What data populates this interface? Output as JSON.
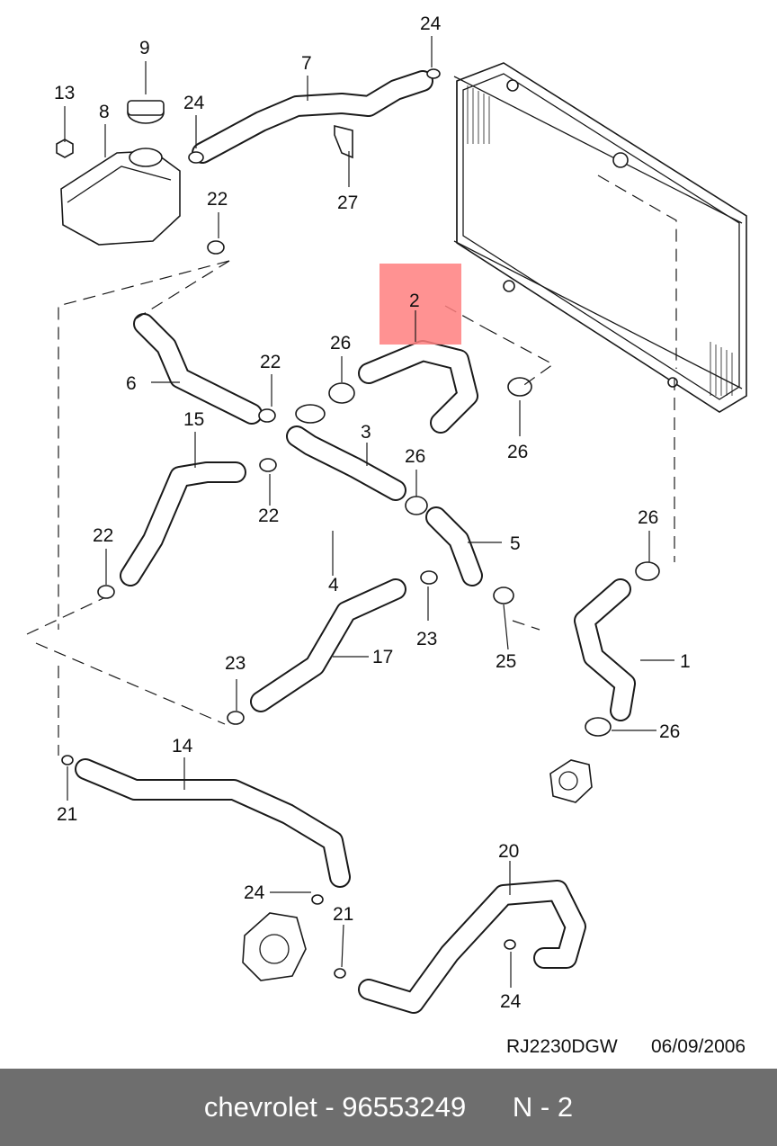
{
  "diagram": {
    "callouts": [
      "1",
      "2",
      "3",
      "4",
      "5",
      "6",
      "7",
      "8",
      "9",
      "13",
      "14",
      "15",
      "17",
      "20",
      "21",
      "21",
      "22",
      "22",
      "22",
      "22",
      "23",
      "23",
      "24",
      "24",
      "24",
      "24",
      "25",
      "26",
      "26",
      "26",
      "26",
      "26",
      "27"
    ],
    "drawing_code": "RJ2230DGW",
    "drawing_date": "06/09/2006",
    "highlighted_part": "2",
    "highlight_color": "#ff7f7f"
  },
  "footer": {
    "brand": "chevrolet",
    "separator": "-",
    "part_number": "96553249",
    "position": "N - 2"
  }
}
